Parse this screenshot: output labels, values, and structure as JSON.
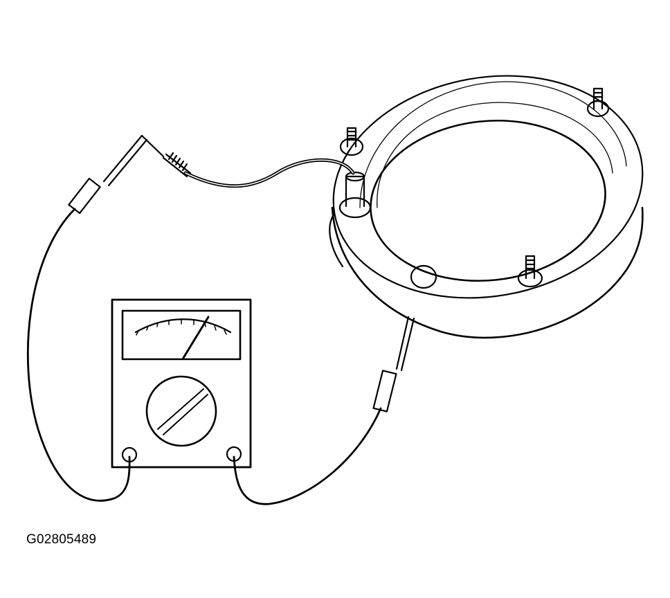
{
  "figure": {
    "id_label": "G02805489",
    "stroke_color": "#000000",
    "background_color": "#ffffff"
  },
  "components": {
    "meter": "analog-multimeter",
    "coil": "clutch-field-coil",
    "test_leads": [
      "left-test-lead",
      "right-test-lead"
    ]
  }
}
